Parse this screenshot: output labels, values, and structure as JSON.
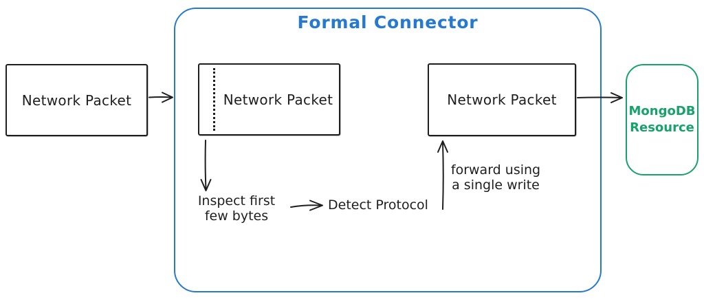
{
  "title": "Formal Connector",
  "nodes": {
    "source": {
      "label": "Network Packet"
    },
    "inspect": {
      "label": "Network Packet"
    },
    "forward": {
      "label": "Network Packet"
    },
    "mongodb": {
      "line1": "MongoDB",
      "line2": "Resource"
    }
  },
  "annotations": {
    "inspect_line1": "Inspect first",
    "inspect_line2": "few bytes",
    "detect": "Detect Protocol",
    "forward_line1": "forward using",
    "forward_line2": "a single write"
  },
  "colors": {
    "stroke": "#1e1e1e",
    "accent_blue": "#2579cf",
    "accent_green": "#17a26b"
  }
}
